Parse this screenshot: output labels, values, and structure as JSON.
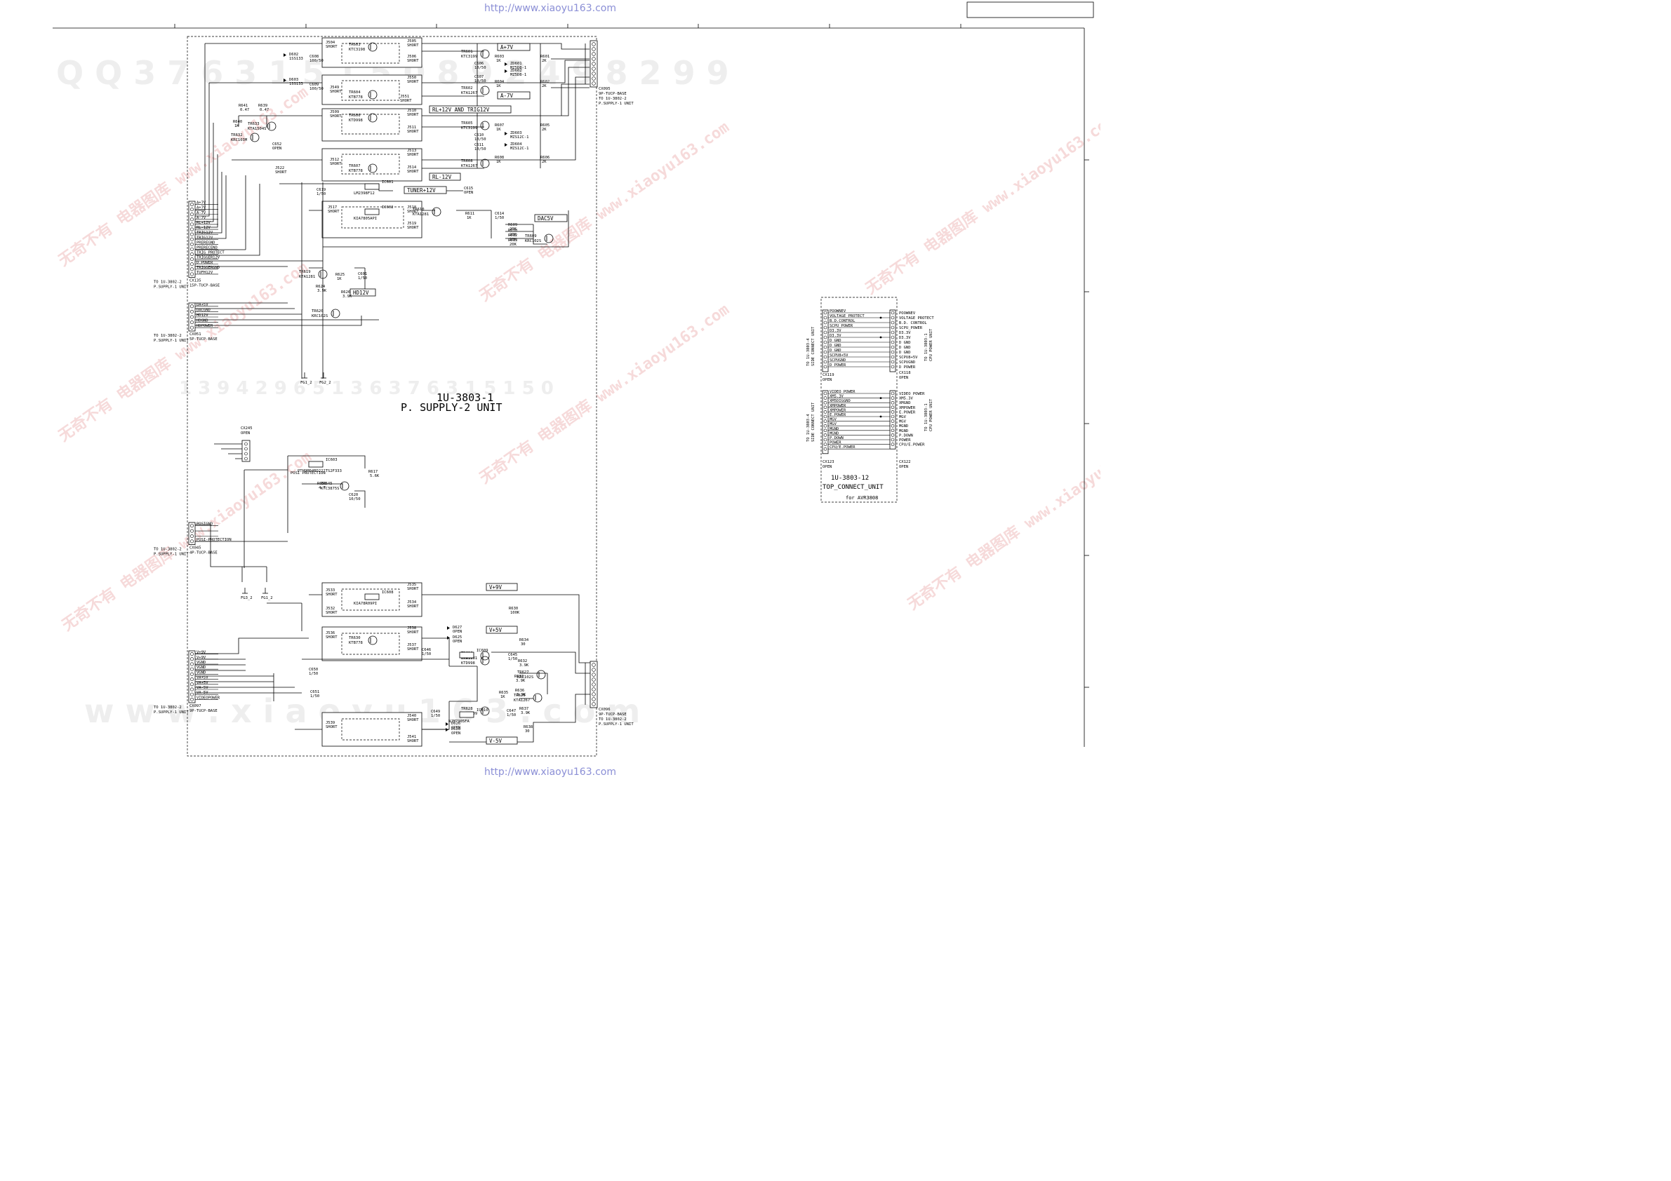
{
  "header": {
    "url_top": "http://www.xiaoyu163.com",
    "url_bottom": "http://www.xiaoyu163.com"
  },
  "watermarks": {
    "digits_top": "Q Q 3 7 6 3 1 5 1 5 0 8 9 2 4 9 8 2 9 9",
    "digits_mid": "1 3 9 4 2 9 6 5 1 3 6 3 7 6 3 1 5 1 5 0",
    "url_bottom": "w w w . x i a o y u 1 6 3 . c o m",
    "stamp_text": "无奇不有 电器图库 www.xiaoyu163.com"
  },
  "main_unit": {
    "title_line1": "1U-3803-1",
    "title_line2": "P. SUPPLY-2 UNIT"
  },
  "voltage_labels": [
    "A+7V",
    "A-7V",
    "RL+12V AND TRIG12V",
    "RL-12V",
    "TUNER+12V",
    "DAC5V",
    "HD12V",
    "V+9V",
    "V+5V",
    "V-5V"
  ],
  "connectors": {
    "cx135": {
      "pins": [
        "A+7V",
        "A+7V",
        "A-7V",
        "A-7V",
        "RL+12V",
        "RL-12V",
        "TRIG12V",
        "TRIG12V",
        "PREREGND",
        "PRERECEND",
        "TRIG PROTECT",
        "TRIGGER12V",
        "D.POWER",
        "TRIGGERGND",
        "TUFH12V"
      ],
      "dest": "TO 1U-3802-2\nP.SUPPLY-1 UNIT",
      "name": "CX135\n15P-TUCP-BASE"
    },
    "cx051": {
      "pins": [
        "DA+5V",
        "DACGND",
        "HD12V",
        "HDGND",
        "HDPOWER"
      ],
      "dest": "TO 1U-3802-2\nP.SUPPLY-1 UNIT",
      "name": "CX051\n5P-TUCP-BASE"
    },
    "cx045": {
      "pins": [
        "POSIGND",
        "",
        "",
        "POSI-PROTECTION"
      ],
      "dest": "TO 1U-3802-2\nP.SUPPLY-1 UNIT",
      "name": "CX045\n4P-TUCP-BASE"
    },
    "cx245": {
      "name": "CX245\nOPEN"
    },
    "cx097": {
      "pins": [
        "V+9V",
        "V+9V",
        "VGND",
        "VGND",
        "VGND",
        "VA+5V",
        "VA+5V",
        "VA-5V",
        "VA-5V",
        "VIDEOPOWER"
      ],
      "dest": "TO 1U-3802-2\nP.SUPPLY-1 UNIT",
      "name": "CX097\n9P-TUCP-BASE"
    },
    "cx095": {
      "name": "CX095\n9P-TUCP-BASE",
      "dest": "TO 1U-3802-2\nP.SUPPLY-1 UNIT"
    },
    "cx096": {
      "name": "CX096\n9P-TUCP-BASE",
      "dest": "TO 1U-3802-2\nP.SUPPLY-1 UNIT"
    }
  },
  "components": {
    "jumpers": [
      "J504",
      "J505",
      "J506",
      "J549",
      "J550",
      "J551",
      "J509",
      "J510",
      "J511",
      "J512",
      "J513",
      "J514",
      "J522",
      "J517",
      "J518",
      "J519",
      "J533",
      "J535",
      "J534",
      "J532",
      "J536",
      "J538",
      "J537",
      "J539",
      "J540",
      "J541"
    ],
    "short": "SHORT",
    "transistors": [
      {
        "ref": "TR603",
        "part": "KTC3198"
      },
      {
        "ref": "TR604",
        "part": "KTB778"
      },
      {
        "ref": "TR606",
        "part": "KTD998"
      },
      {
        "ref": "TR607",
        "part": "KTB778"
      },
      {
        "ref": "TR601",
        "part": "KTC3199"
      },
      {
        "ref": "TR602",
        "part": "KTA1267"
      },
      {
        "ref": "TR605",
        "part": "KTC3199"
      },
      {
        "ref": "TR608",
        "part": "KTA1267"
      },
      {
        "ref": "TR633",
        "part": "KTA1504S"
      },
      {
        "ref": "TR632",
        "part": "KRC103M"
      },
      {
        "ref": "TR610",
        "part": "KTA1281"
      },
      {
        "ref": "TR609",
        "part": "KRC102S"
      },
      {
        "ref": "TR619",
        "part": "KTA1281"
      },
      {
        "ref": "TR620",
        "part": "KRC102S"
      },
      {
        "ref": "TR645",
        "part": "KTC3875S"
      },
      {
        "ref": "TR630",
        "part": "KTB778"
      },
      {
        "ref": "TR631",
        "part": "KTD998"
      },
      {
        "ref": "TR626",
        "part": "KTA1281"
      },
      {
        "ref": "TR627",
        "part": "KRC102S"
      },
      {
        "ref": "TR629",
        "part": "KTA1267"
      },
      {
        "ref": "TR628",
        "part": "KTC3209"
      }
    ],
    "ics": [
      {
        "ref": "IC601",
        "part": "LM2398F12"
      },
      {
        "ref": "IC602",
        "part": "KIA7805API"
      },
      {
        "ref": "IC603",
        "part": "PTH9M04BD222TS2F333"
      },
      {
        "ref": "IC608",
        "part": "KIA78R09PI"
      },
      {
        "ref": "IC609",
        "part": ""
      },
      {
        "ref": "IC610",
        "part": "NJM7905FA"
      }
    ],
    "resistors": [
      {
        "ref": "R641",
        "val": "0.47"
      },
      {
        "ref": "R639",
        "val": "0.47"
      },
      {
        "ref": "R640",
        "val": "1K"
      },
      {
        "ref": "R603",
        "val": "1K"
      },
      {
        "ref": "R601",
        "val": "2K"
      },
      {
        "ref": "R604",
        "val": "1K"
      },
      {
        "ref": "R602",
        "val": "2K"
      },
      {
        "ref": "R607",
        "val": "1K"
      },
      {
        "ref": "R605",
        "val": "2K"
      },
      {
        "ref": "R608",
        "val": "1K"
      },
      {
        "ref": "R606",
        "val": "2K"
      },
      {
        "ref": "R611",
        "val": "1K"
      },
      {
        "ref": "R609",
        "val": "20K"
      },
      {
        "ref": "R610",
        "val": "20K"
      },
      {
        "ref": "R612",
        "val": "20K"
      },
      {
        "ref": "R613",
        "val": "20K"
      },
      {
        "ref": "R625",
        "val": "1K"
      },
      {
        "ref": "R624",
        "val": "3.9K"
      },
      {
        "ref": "R626",
        "val": "3.9K"
      },
      {
        "ref": "R617",
        "val": "5.6K"
      },
      {
        "ref": "R655",
        "val": "4.7"
      },
      {
        "ref": "R630",
        "val": "100K"
      },
      {
        "ref": "R634",
        "val": "30"
      },
      {
        "ref": "R632",
        "val": "3.9K"
      },
      {
        "ref": "R633",
        "val": "3.9K"
      },
      {
        "ref": "R635",
        "val": "1K"
      },
      {
        "ref": "R636",
        "val": "3.9K"
      },
      {
        "ref": "R637",
        "val": "3.9K"
      },
      {
        "ref": "R638",
        "val": "30"
      }
    ],
    "capacitors": [
      {
        "ref": "C608",
        "val": "100/50"
      },
      {
        "ref": "C609",
        "val": "100/50"
      },
      {
        "ref": "C606",
        "val": "10/50"
      },
      {
        "ref": "C607",
        "val": "10/50"
      },
      {
        "ref": "C610",
        "val": "10/50"
      },
      {
        "ref": "C611",
        "val": "10/50"
      },
      {
        "ref": "C652",
        "val": "OPEN"
      },
      {
        "ref": "C619",
        "val": "1/50"
      },
      {
        "ref": "C615",
        "val": "OPEN"
      },
      {
        "ref": "C614",
        "val": "1/50"
      },
      {
        "ref": "C601",
        "val": "1/50"
      },
      {
        "ref": "C620",
        "val": "10/50"
      },
      {
        "ref": "C646",
        "val": "1/50"
      },
      {
        "ref": "C645",
        "val": "1/50"
      },
      {
        "ref": "C649",
        "val": "1/50"
      },
      {
        "ref": "C647",
        "val": "1/50"
      },
      {
        "ref": "C650",
        "val": "1/50"
      },
      {
        "ref": "C651",
        "val": "1/50"
      }
    ],
    "diodes": [
      {
        "ref": "D602",
        "val": "1SS133"
      },
      {
        "ref": "D603",
        "val": "1SS133"
      },
      {
        "ref": "ZD601",
        "val": "MZ5D8-1"
      },
      {
        "ref": "ZD602",
        "val": "MZ5D8-1"
      },
      {
        "ref": "ZD603",
        "val": "MZS12C-1"
      },
      {
        "ref": "ZD604",
        "val": "MZS12C-1"
      },
      {
        "ref": "D627",
        "val": "OPEN"
      },
      {
        "ref": "D625",
        "val": "OPEN"
      },
      {
        "ref": "D626",
        "val": "OPEN"
      },
      {
        "ref": "D628",
        "val": "OPEN"
      }
    ],
    "fuses": [
      "FG1_2",
      "FG2_2",
      "FG3_2",
      "FG1_2"
    ],
    "posi_protection": "POSI\nPROTECTION"
  },
  "top_connect": {
    "upper_pins_left": [
      "POOWNEV",
      "VOLTAGE PROTECT",
      "B.D.CONTROL",
      "SCPU_POWER",
      "D3.3V",
      "D3.3V",
      "D GND",
      "D GND",
      "D GND",
      "SCPU8+5V",
      "SCPUGND",
      "D POWER"
    ],
    "upper_pins_right": [
      "POOWNEV",
      "VOLTAGE PROTECT",
      "B.D. CONTROL",
      "SCPU_POWER",
      "D3.3V",
      "D3.3V",
      "D GND",
      "D GND",
      "D GND",
      "SCPU8+5V",
      "SCPUGND",
      "D POWER"
    ],
    "upper_left_dest": "TO 1U-3803-4\nSIDE CONNECT UNIT",
    "upper_right_dest": "TO 1U-3803-1\nCPU POWER UNIT",
    "cx119": "CX119\nOPEN",
    "cx118": "CX118\nOPEN",
    "lower_pins_left": [
      "VIDEO POWER",
      "XM5.3V",
      "XM5DIGGND",
      "XMPOWER",
      "XMPOWER",
      "E.POWER",
      "MGV",
      "MGV",
      "MGND",
      "MGND",
      "P.DOWN",
      "POWER",
      "CPU/E.POWER"
    ],
    "lower_pins_right": [
      "VIDEO POWER",
      "XM5.3V",
      "XMGND",
      "XMPOWER",
      "E.POWER",
      "MGV",
      "MGV",
      "MGND",
      "MGND",
      "P.DOWN",
      "POWER",
      "CPU/E.POWER"
    ],
    "lower_left_dest": "TO 1U-3803-4\nSIDE CONNECT UNIT",
    "lower_right_dest": "TO 1U-3803-1\nCPU POWER UNIT",
    "cx123": "CX123\nOPEN",
    "cx122": "CX122\nOPEN",
    "title_line1": "1U-3803-12",
    "title_line2": "TOP_CONNECT_UNIT",
    "for_model": "for AVR3808"
  }
}
